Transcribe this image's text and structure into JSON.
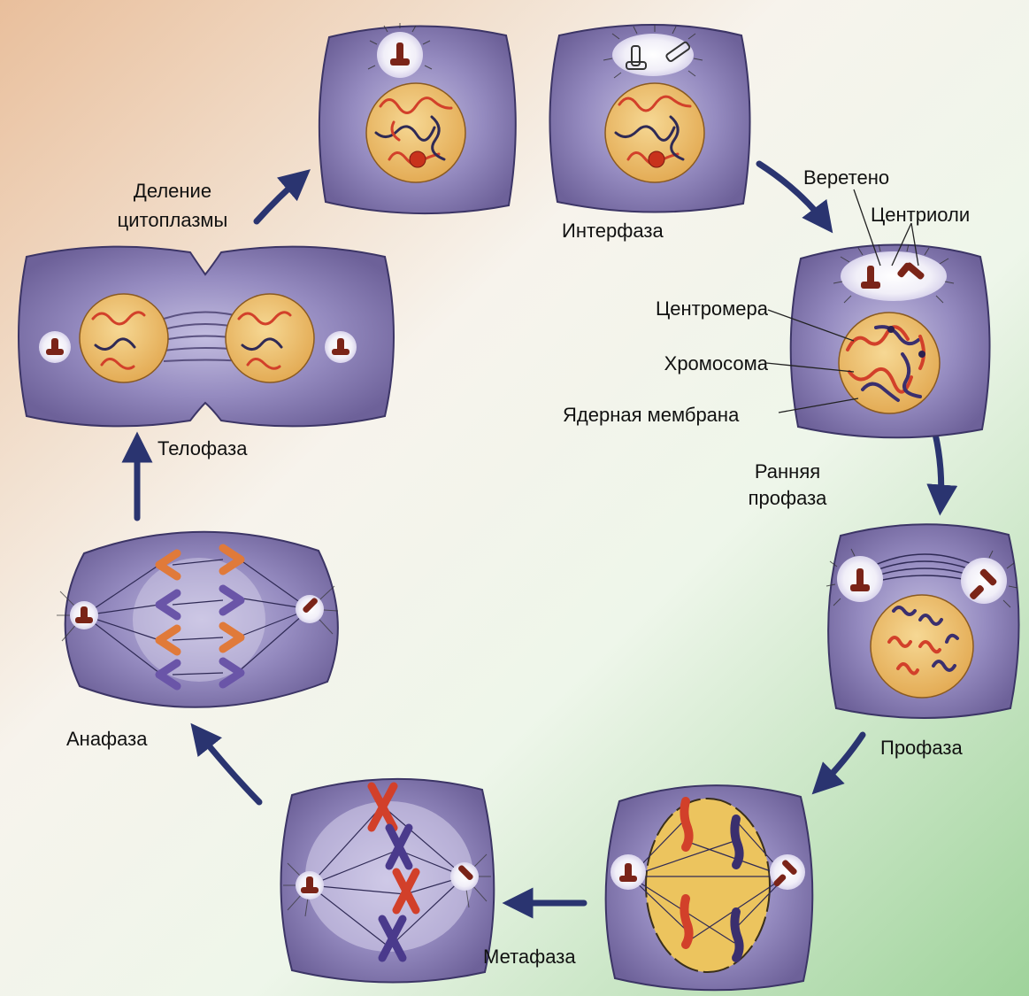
{
  "phases": {
    "interphase": "Интерфаза",
    "early_prophase": [
      "Ранняя",
      "профаза"
    ],
    "prophase": "Профаза",
    "metaphase": "Метафаза",
    "anaphase": "Анафаза",
    "telophase": "Телофаза",
    "cytokinesis": [
      "Деление",
      "цитоплазмы"
    ]
  },
  "labels": {
    "spindle": "Веретено",
    "centrioles": "Центриоли",
    "centromere": "Центромера",
    "chromosome": "Хромосома",
    "nuclear_membrane": "Ядерная мембрана"
  },
  "colors": {
    "arrow": "#2a3470",
    "cell_fill": "#8e83b8",
    "cell_edge": "#3c3566",
    "nucleus_fill": "#eab760",
    "chromosome_red": "#d2402a",
    "chromosome_purple": "#4a3a8c",
    "bg_warm": "#ebc4a4",
    "bg_green": "#a6d6a0"
  }
}
